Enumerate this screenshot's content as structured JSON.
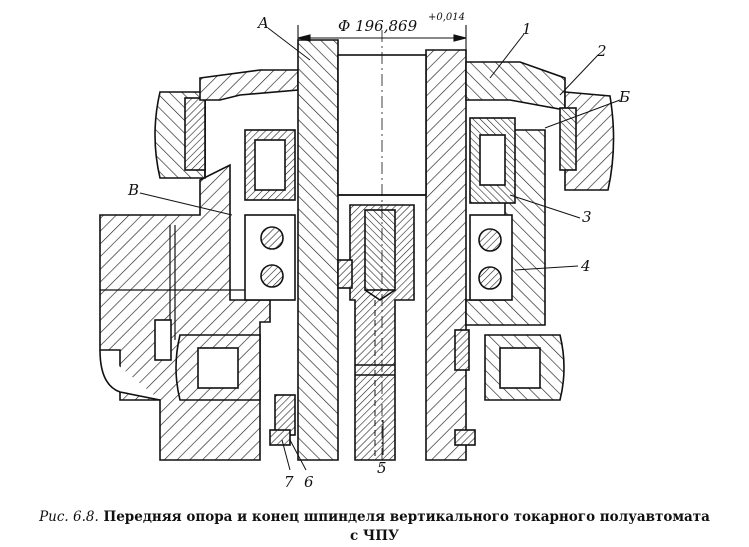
{
  "dimension": {
    "symbol": "Φ",
    "value": "196,869",
    "tolerance": "+0,014"
  },
  "labels": [
    "A",
    "1",
    "2",
    "Б",
    "В",
    "3",
    "4",
    "5",
    "6",
    "7"
  ],
  "caption": {
    "prefix": "Рис. 6.8.",
    "text": "Передняя опора и конец шпинделя вертикального токарного полуавтомата",
    "line2": "с ЧПУ"
  },
  "colors": {
    "ink": "#111111",
    "paper": "#ffffff"
  }
}
